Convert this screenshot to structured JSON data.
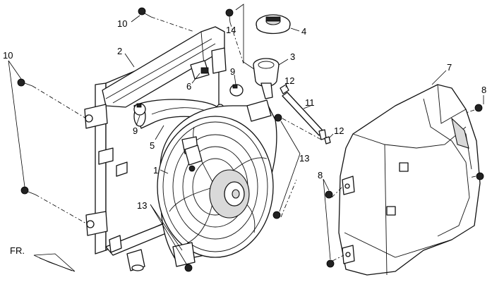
{
  "callouts": {
    "c1": "1",
    "c2": "2",
    "c3": "3",
    "c4": "4",
    "c5": "5",
    "c6": "6",
    "c7": "7",
    "c8a": "8",
    "c8b": "8",
    "c9a": "9",
    "c9b": "9",
    "c10a": "10",
    "c10b": "10",
    "c11": "11",
    "c12a": "12",
    "c12b": "12",
    "c13a": "13",
    "c13b": "13",
    "c14": "14"
  },
  "direction_label": "FR."
}
